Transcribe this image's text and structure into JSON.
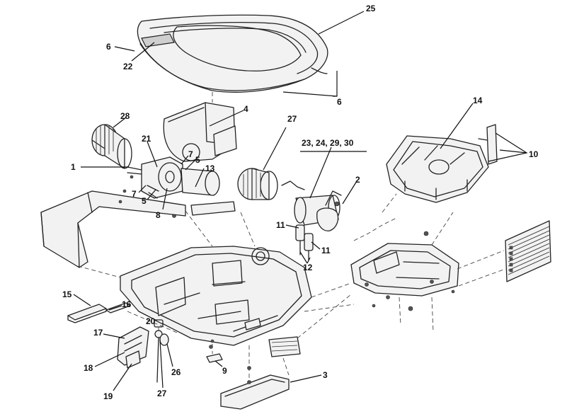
{
  "callouts": {
    "c25": "25",
    "c6a": "6",
    "c22": "22",
    "c6b": "6",
    "c4": "4",
    "c28": "28",
    "c27a": "27",
    "c21": "21",
    "c7a": "7",
    "c5a": "5",
    "c13": "13",
    "c1": "1",
    "c7b": "7",
    "c5b": "5",
    "c8": "8",
    "c23group": "23, 24, 29, 30",
    "c2": "2",
    "c14": "14",
    "c10": "10",
    "c11a": "11",
    "c11b": "11",
    "c12": "12",
    "c15": "15",
    "c16": "16",
    "c20": "20",
    "c17": "17",
    "c18": "18",
    "c19": "19",
    "c26": "26",
    "c27b": "27",
    "c9": "9",
    "c3": "3"
  }
}
